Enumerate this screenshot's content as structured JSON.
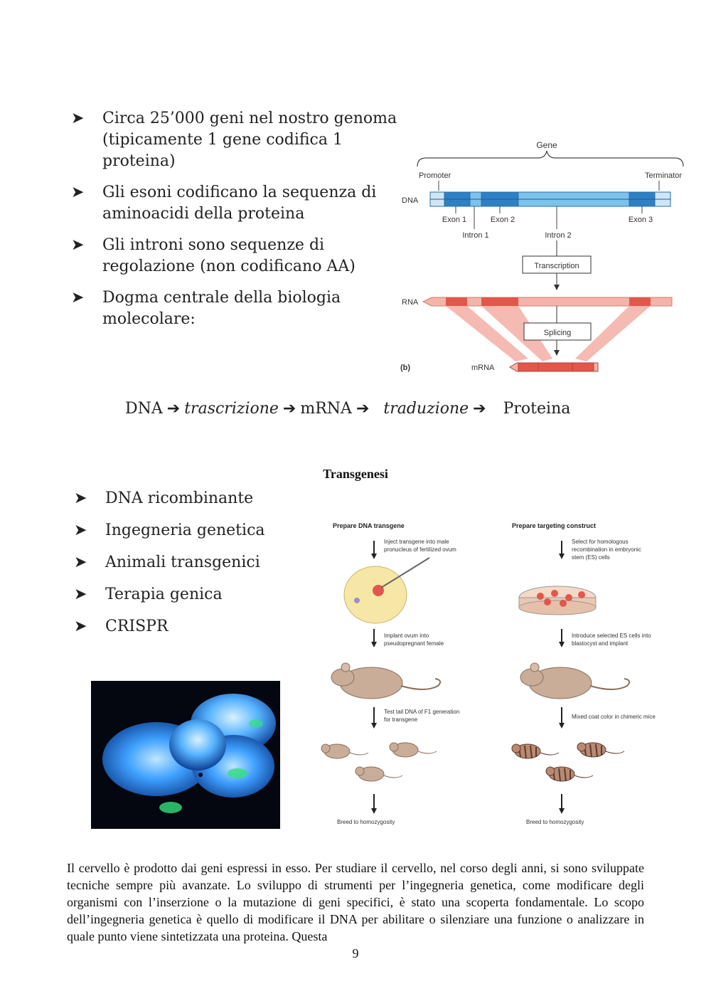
{
  "bullets_top": [
    "Circa 25’000 geni nel nostro genoma (tipicamente 1 gene codifica 1 proteina)",
    "Gli esoni codificano la sequenza di aminoacidi della proteina",
    "Gli introni sono sequenze di regolazione (non codificano AA)",
    "Dogma centrale della biologia molecolare:"
  ],
  "gene_figure": {
    "gene": "Gene",
    "promoter": "Promoter",
    "terminator": "Terminator",
    "dna": "DNA",
    "exon1": "Exon 1",
    "exon2": "Exon 2",
    "exon3": "Exon 3",
    "intron1": "Intron 1",
    "intron2": "Intron 2",
    "transcription": "Transcription",
    "rna": "RNA",
    "splicing": "Splicing",
    "panel": "(b)",
    "mrna": "mRNA"
  },
  "dogma": {
    "dna": "DNA",
    "trascrizione": "trascrizione",
    "mrna": "mRNA",
    "traduzione": "traduzione",
    "proteina": "Proteina",
    "arrow": "➔"
  },
  "section_title": "Transgenesi",
  "bullets_bottom": [
    "DNA ricombinante",
    "Ingegneria genetica",
    "Animali transgenici",
    "Terapia genica",
    "CRISPR"
  ],
  "bullet_symbol": "➤",
  "transgenic_figure": {
    "left_title": "Prepare DNA transgene",
    "left_step1": [
      "Inject transgene into male",
      "pronucleus of fertilized ovum"
    ],
    "left_step2": [
      "Implant ovum into",
      "pseudopregnant female"
    ],
    "left_step3": [
      "Test tail DNA of F1 generation",
      "for transgene"
    ],
    "left_breed": "Breed to homozygosity",
    "right_title": "Prepare targeting construct",
    "right_step1": [
      "Select for homologous",
      "recombination in embryonic",
      "stem (ES) cells"
    ],
    "right_step2": [
      "Introduce selected ES cells into",
      "blastocyst and implant"
    ],
    "right_step3": "Mixed coat color in chimeric mice",
    "right_breed": "Breed to homozygosity"
  },
  "paragraph": "Il cervello è prodotto dai geni espressi in esso. Per studiare il cervello, nel corso degli anni, si sono sviluppate tecniche sempre più avanzate. Lo sviluppo di strumenti per l’ingegneria genetica, come modificare degli organismi con l’inserzione o la mutazione di geni specifici, è stato una scoperta fondamentale. Lo scopo dell’ingegneria genetica è quello di modificare il DNA per abilitare o silenziare una funzione o analizzare in quale punto viene sintetizzata una proteina. Questa",
  "page_number": "9",
  "colors": {
    "dna_blue": "#3a8fd0",
    "rna_pink": "#f2b5aa",
    "exon_red": "#e2574c",
    "mouse_glow": "#3fa0ff"
  }
}
